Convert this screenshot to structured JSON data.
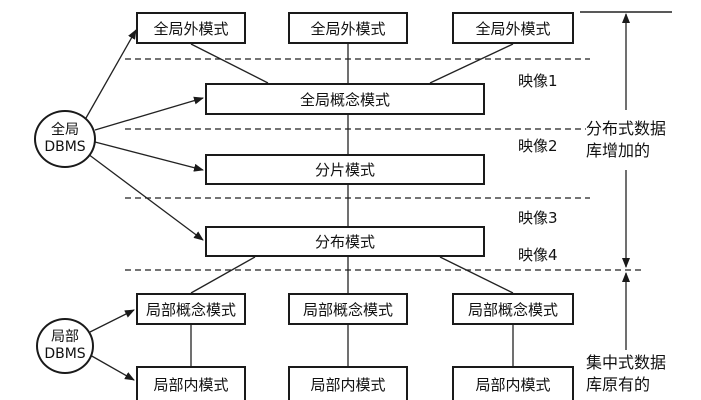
{
  "top_row": [
    "全局外模式",
    "全局外模式",
    "全局外模式"
  ],
  "global_conceptual": "全局概念模式",
  "fragment_schema": "分片模式",
  "distribution_schema": "分布模式",
  "local_conceptual": [
    "局部概念模式",
    "局部概念模式",
    "局部概念模式"
  ],
  "local_internal": [
    "局部内模式",
    "局部内模式",
    "局部内模式"
  ],
  "mappings": [
    "映像1",
    "映像2",
    "映像3",
    "映像4"
  ],
  "global_dbms": [
    "全局",
    "DBMS"
  ],
  "local_dbms": [
    "局部",
    "DBMS"
  ],
  "side_notes": {
    "distributed_added": [
      "分布式数据",
      "库增加的"
    ],
    "centralized_original": [
      "集中式数据",
      "库原有的"
    ]
  }
}
